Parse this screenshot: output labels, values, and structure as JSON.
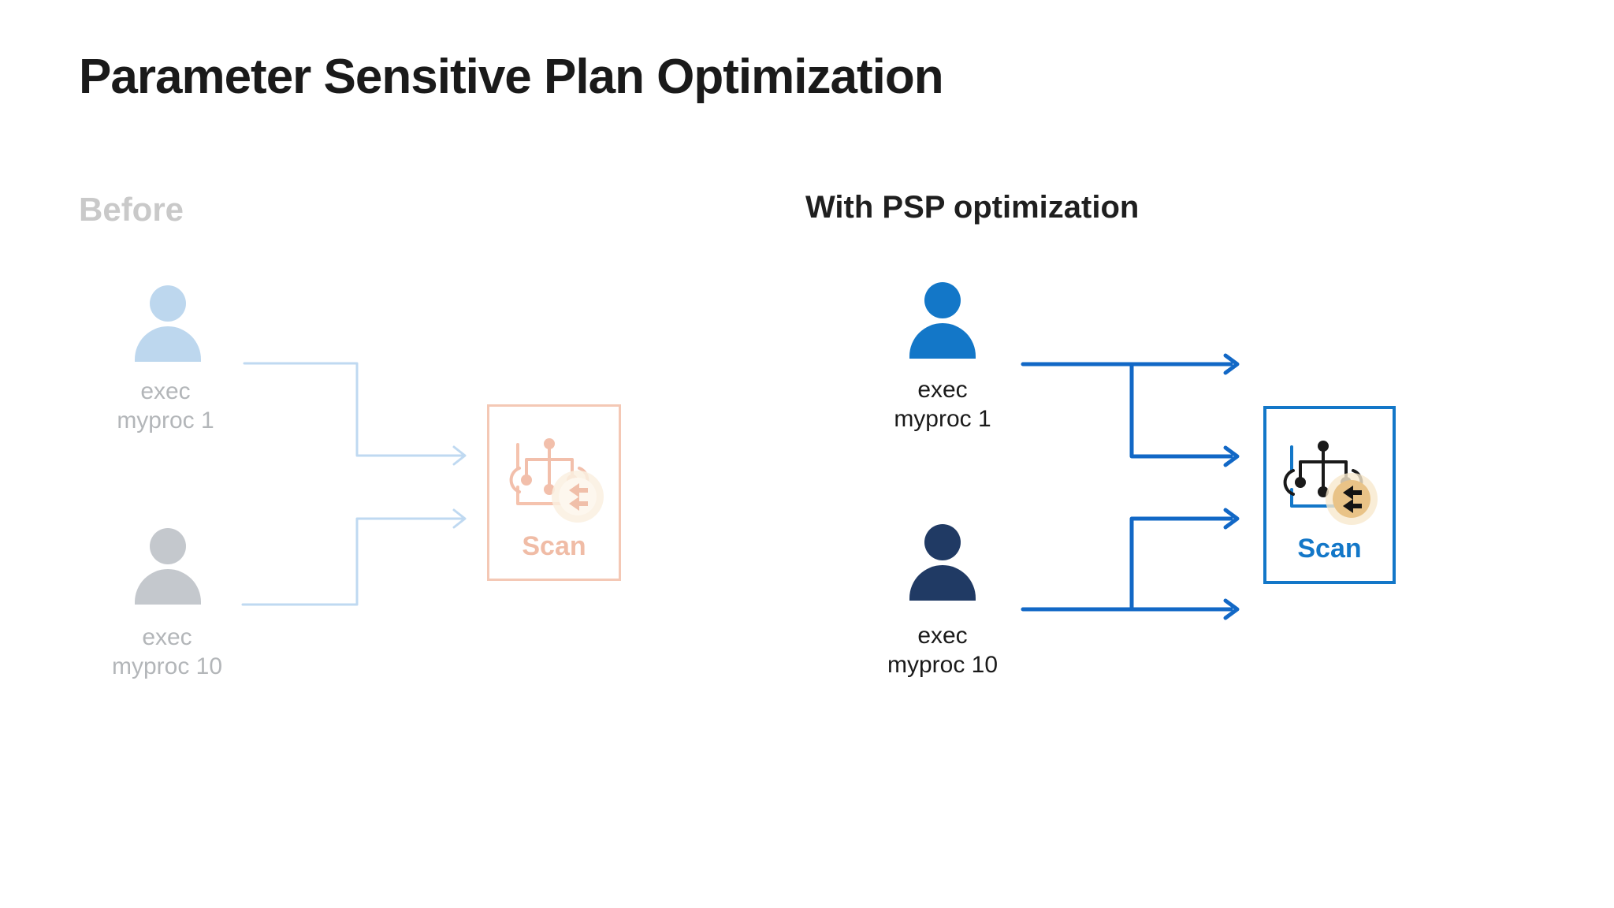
{
  "slide": {
    "title": "Parameter Sensitive Plan Optimization"
  },
  "before": {
    "heading": "Before",
    "users": [
      {
        "line1": "exec",
        "line2": "myproc 1"
      },
      {
        "line1": "exec",
        "line2": "myproc 10"
      }
    ],
    "scan_label": "Scan"
  },
  "after": {
    "heading": "With PSP optimization",
    "users": [
      {
        "line1": "exec",
        "line2": "myproc 1"
      },
      {
        "line1": "exec",
        "line2": "myproc 10"
      }
    ],
    "scan_label": "Scan"
  },
  "icons": {
    "user": "person-silhouette-icon",
    "plan": "query-plan-tree-icon",
    "badge": "double-left-arrows-badge"
  },
  "colors": {
    "accent_blue": "#1377c8",
    "arrow_blue": "#1268c6",
    "navy": "#203a64",
    "faded_user_blue": "#bdd7ee",
    "faded_user_gray": "#c4c8cd",
    "faded_arrow_blue": "#bfd9f1",
    "faded_salmon": "#f2bfab",
    "badge_tan": "#e9c387",
    "muted_label_gray": "#b3b6b9",
    "heading_gray": "#c9c9c9",
    "text_dark": "#1a1a1a"
  }
}
